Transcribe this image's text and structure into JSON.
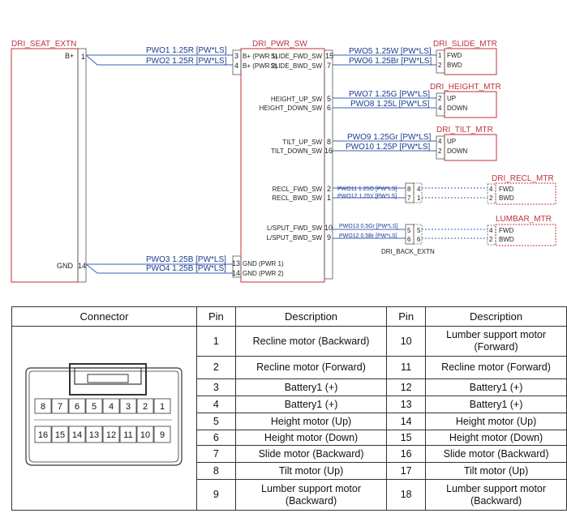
{
  "schematic": {
    "components": {
      "seat_extn": "DRI_SEAT_EXTN",
      "pwr_sw": "DRI_PWR_SW",
      "slide_mtr": "DRI_SLIDE_MTR",
      "height_mtr": "DRI_HEIGHT_MTR",
      "tilt_mtr": "DRI_TILT_MTR",
      "recl_mtr": "DRI_RECL_MTR",
      "lumbar_mtr": "LUMBAR_MTR",
      "back_extn": "DRI_BACK_EXTN"
    },
    "seat_extn_pins": {
      "b_plus": "B+",
      "b_plus_pin": "1",
      "gnd": "GND",
      "gnd_pin": "14"
    },
    "wires": {
      "pwo1": "PWO1 1.25R [PW*LS]",
      "pwo2": "PWO2 1.25R [PW*LS]",
      "pwo3": "PWO3 1.25B [PW*LS]",
      "pwo4": "PWO4 1.25B [PW*LS]",
      "pwo5": "PWO5 1.25W [PW*LS]",
      "pwo6": "PWO6 1.25Br [PW*LS]",
      "pwo7": "PWO7 1.25G [PW*LS]",
      "pwo8": "PWO8 1.25L [PW*LS]",
      "pwo9": "PWO9 1.25Gr [PW*LS]",
      "pwo10": "PWO10 1.25P [PW*LS]",
      "pwo11": "PWO11 1.25O [PW*LS]",
      "pwo12a": "PWO12 1.25Y [PW*LS]",
      "pwo13": "PWO13 0.5Gr [PW*LS]",
      "pwo12b": "PWO12 0.5Br [PW*LS]"
    },
    "pwr_sw_left": {
      "p3_num": "3",
      "p3_lbl": "B+ (PWR 1)",
      "p4_num": "4",
      "p4_lbl": "B+ (PWR 2)",
      "p13_num": "13",
      "p13_lbl": "GND (PWR 1)",
      "p14_num": "14",
      "p14_lbl": "GND (PWR 2)"
    },
    "pwr_sw_right": {
      "slide_fwd": "SLIDE_FWD_SW",
      "slide_fwd_pin": "15",
      "slide_bwd": "SLIDE_BWD_SW",
      "slide_bwd_pin": "7",
      "height_up": "HEIGHT_UP_SW",
      "height_up_pin": "5",
      "height_down": "HEIGHT_DOWN_SW",
      "height_down_pin": "6",
      "tilt_up": "TILT_UP_SW",
      "tilt_up_pin": "8",
      "tilt_down": "TILT_DOWN_SW",
      "tilt_down_pin": "16",
      "recl_fwd": "RECL_FWD_SW",
      "recl_fwd_pin": "2",
      "recl_bwd": "RECL_BWD_SW",
      "recl_bwd_pin": "1",
      "lsput_fwd": "L/SPUT_FWD_SW",
      "lsput_fwd_pin": "10",
      "lsput_bwd": "L/SPUT_BWD_SW",
      "lsput_bwd_pin": "9"
    },
    "back_extn_pins": {
      "a_in": "8",
      "a_out": "4",
      "b_in": "7",
      "b_out": "1",
      "c_in": "5",
      "c_out": "5",
      "d_in": "6",
      "d_out": "6"
    },
    "motor_pins": {
      "slide_1": "1",
      "slide_1_lbl": "FWD",
      "slide_2": "2",
      "slide_2_lbl": "BWD",
      "height_2": "2",
      "height_2_lbl": "UP",
      "height_4": "4",
      "height_4_lbl": "DOWN",
      "tilt_4": "4",
      "tilt_4_lbl": "UP",
      "tilt_2": "2",
      "tilt_2_lbl": "DOWN",
      "recl_4": "4",
      "recl_4_lbl": "FWD",
      "recl_2": "2",
      "recl_2_lbl": "BWD",
      "lumbar_4": "4",
      "lumbar_4_lbl": "FWD",
      "lumbar_2": "2",
      "lumbar_2_lbl": "BWD"
    }
  },
  "table": {
    "headers": [
      "Connector",
      "Pin",
      "Description",
      "Pin",
      "Description"
    ],
    "rows": [
      [
        "1",
        "Recline motor (Backward)",
        "10",
        "Lumber support motor (Forward)"
      ],
      [
        "2",
        "Recline motor (Forward)",
        "11",
        "Recline motor (Forward)"
      ],
      [
        "3",
        "Battery1 (+)",
        "12",
        "Battery1 (+)"
      ],
      [
        "4",
        "Battery1 (+)",
        "13",
        "Battery1 (+)"
      ],
      [
        "5",
        "Height motor (Up)",
        "14",
        "Height motor (Up)"
      ],
      [
        "6",
        "Height motor (Down)",
        "15",
        "Height motor (Down)"
      ],
      [
        "7",
        "Slide motor (Backward)",
        "16",
        "Slide motor (Backward)"
      ],
      [
        "8",
        "Tilt motor (Up)",
        "17",
        "Tilt motor (Up)"
      ],
      [
        "9",
        "Lumber support motor (Backward)",
        "18",
        "Lumber support motor (Backward)"
      ]
    ],
    "connector": {
      "top_row": [
        "8",
        "7",
        "6",
        "5",
        "4",
        "3",
        "2",
        "1"
      ],
      "bottom_row": [
        "16",
        "15",
        "14",
        "13",
        "12",
        "11",
        "10",
        "9"
      ]
    }
  },
  "colors": {
    "component_label": "#c0313a",
    "wire": "#1a3c8c",
    "wire_line": "#3a5fb8"
  }
}
